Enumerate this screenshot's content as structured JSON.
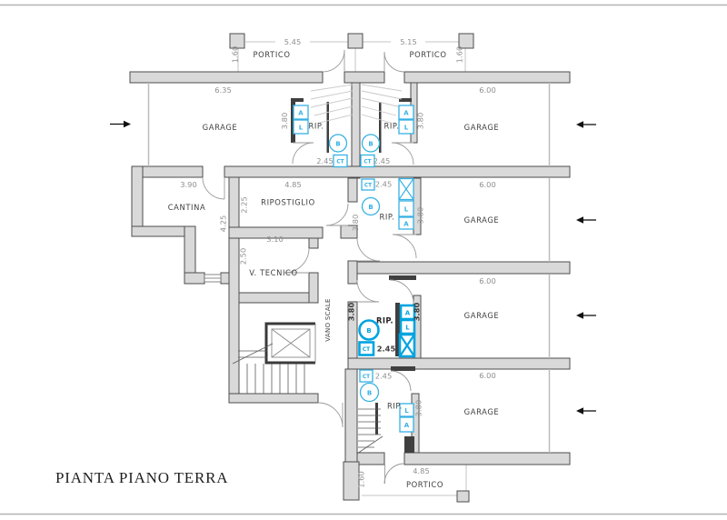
{
  "title": "PIANTA PIANO TERRA",
  "porticoes": {
    "top_left": {
      "label": "PORTICO",
      "width": "5.45",
      "depth": "1.60"
    },
    "top_right": {
      "label": "PORTICO",
      "width": "5.15",
      "depth": "1.60"
    },
    "bottom": {
      "label": "PORTICO",
      "width": "4.85",
      "depth": "1.60"
    }
  },
  "garages": {
    "left": {
      "label": "GARAGE",
      "width": "6.35"
    },
    "row1": {
      "label": "GARAGE",
      "width": "6.00"
    },
    "row2": {
      "label": "GARAGE",
      "width": "6.00"
    },
    "row3": {
      "label": "GARAGE",
      "width": "6.00"
    },
    "row4": {
      "label": "GARAGE",
      "width": "6.00"
    }
  },
  "rooms": {
    "cantina": {
      "label": "CANTINA",
      "width": "3.90",
      "height": "4.25"
    },
    "ripostiglio": {
      "label": "RIPOSTIGLIO",
      "width": "4.85",
      "height": "2.25"
    },
    "v_tecnico": {
      "label": "V. TECNICO",
      "width": "3.10",
      "height": "2.50"
    },
    "vano_scale": {
      "label": "VANO SCALE"
    }
  },
  "units": {
    "r1_left": {
      "rip": "RIP.",
      "width": "2.45",
      "height": "3.80",
      "shaft_a": "A",
      "shaft_l": "L",
      "boiler": "B",
      "ct": "CT"
    },
    "r1_right": {
      "rip": "RIP.",
      "width": "2.45",
      "height": "3.80",
      "shaft_a": "A",
      "shaft_l": "L",
      "boiler": "B",
      "ct": "CT"
    },
    "r2": {
      "rip": "RIP.",
      "width": "2.45",
      "height_left": "3.80",
      "height_right": "3.80",
      "shaft_a": "A",
      "shaft_l": "L",
      "boiler": "B",
      "ct": "CT"
    },
    "r3": {
      "rip": "RIP.",
      "width": "2.45",
      "height_left": "3.80",
      "height_right": "3.80",
      "shaft_a": "A",
      "shaft_l": "L",
      "boiler": "B",
      "ct": "CT",
      "highlighted": true
    },
    "r4": {
      "rip": "RIP.",
      "width": "2.45",
      "height": "3.80",
      "shaft_a": "A",
      "shaft_l": "L",
      "boiler": "B",
      "ct": "CT"
    }
  },
  "colors": {
    "cyan": "#35b1e4",
    "cyan_bold": "#00a4e0",
    "wall_fill": "#d9d9d9",
    "wall_stroke": "#4d4d4d",
    "dim_text": "#8f8f8f",
    "room_text": "#3f3f3f"
  }
}
